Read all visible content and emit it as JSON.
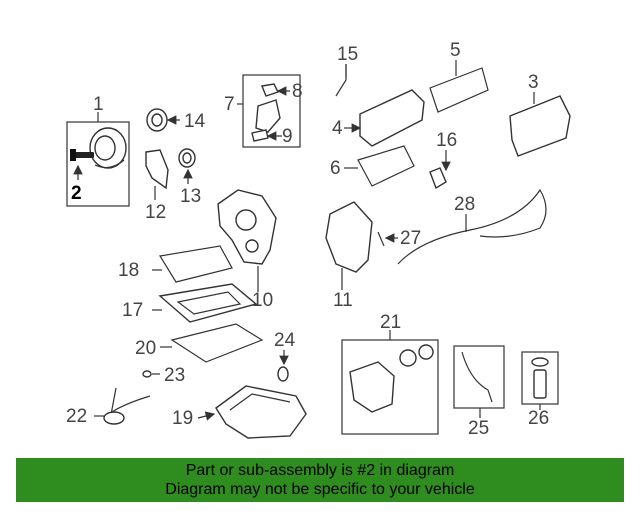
{
  "diagram": {
    "callouts": [
      "1",
      "2",
      "3",
      "4",
      "5",
      "6",
      "7",
      "8",
      "9",
      "10",
      "11",
      "12",
      "13",
      "14",
      "15",
      "16",
      "17",
      "18",
      "19",
      "20",
      "21",
      "22",
      "23",
      "24",
      "25",
      "26",
      "27",
      "28"
    ],
    "highlighted": "2",
    "colors": {
      "banner": "#2f8c1e",
      "line": "#333333",
      "text": "#444444"
    }
  },
  "banner": {
    "line1": "Part or sub-assembly is #2 in diagram",
    "line2": "Diagram may not be specific to your vehicle"
  }
}
